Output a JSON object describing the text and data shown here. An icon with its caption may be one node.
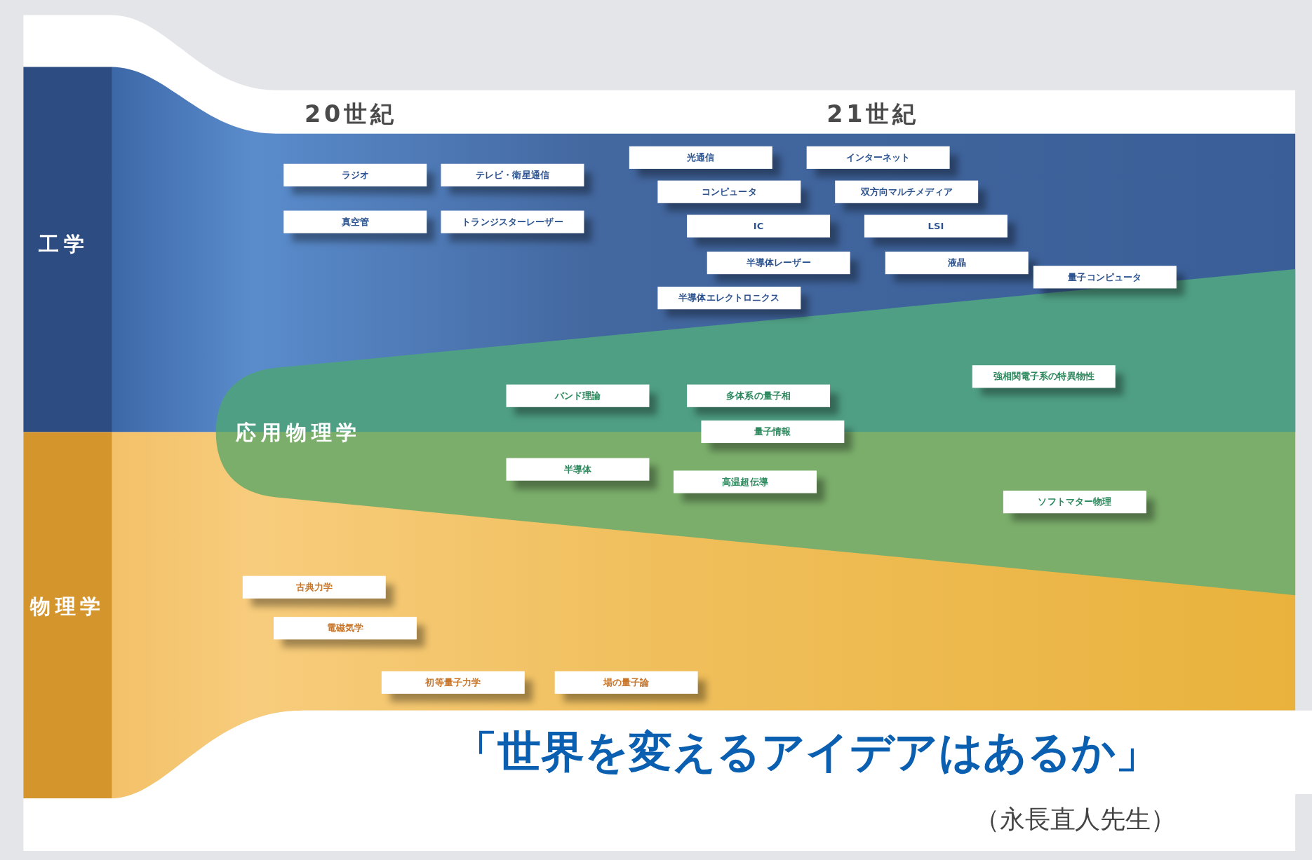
{
  "diagram": {
    "caption": "「世界を変えるアイデアはあるか」",
    "nodes": [
      {
        "text": [
          "工学"
        ]
      },
      {
        "text": [
          "ラジオ"
        ],
        "in": 0
      },
      {
        "text": [
          "テレビ・衛星通信"
        ],
        "in": 0
      },
      {
        "text": [
          "真空管"
        ],
        "in": 0
      },
      {
        "text": [
          "トランジスターレーザー"
        ],
        "in": 0
      },
      {
        "text": [
          "光通信"
        ],
        "in": 0
      },
      {
        "text": [
          "インターネット"
        ],
        "in": 0
      },
      {
        "text": [
          "コンピュータ"
        ],
        "in": 0
      },
      {
        "text": [
          "双方向マルチメディア"
        ],
        "in": 0
      },
      {
        "text": [
          "IC"
        ],
        "in": 0
      },
      {
        "text": [
          "LSI"
        ],
        "in": 0
      },
      {
        "text": [
          "半導体レーザー"
        ],
        "in": 0
      },
      {
        "text": [
          "液晶"
        ],
        "in": 0
      },
      {
        "text": [
          "量子コンピュータ"
        ],
        "in": 0
      },
      {
        "text": [
          "半導体エレクトロニクス"
        ],
        "in": 0
      },
      {
        "text": [
          "応用物理学"
        ]
      },
      {
        "text": [
          "強相関電子系の特異物性"
        ]
      },
      {
        "text": [
          "バンド理論"
        ]
      },
      {
        "text": [
          "多体系の量子相"
        ]
      },
      {
        "text": [
          "量子情報"
        ],
        "in": 15
      },
      {
        "text": [
          "半導体"
        ]
      },
      {
        "text": [
          "高温超伝導"
        ]
      },
      {
        "text": [
          "ソフトマター物理"
        ]
      },
      {
        "text": [
          "物理学"
        ]
      },
      {
        "text": [
          "古典力学"
        ],
        "in": 23
      },
      {
        "text": [
          "電磁気学"
        ],
        "in": 23
      },
      {
        "text": [
          "初等量子力学"
        ],
        "in": 23
      },
      {
        "text": [
          "場の量子論"
        ],
        "in": 23
      }
    ],
    "labels": [
      "20世紀",
      "21世紀",
      "（永長直人先生）"
    ]
  }
}
